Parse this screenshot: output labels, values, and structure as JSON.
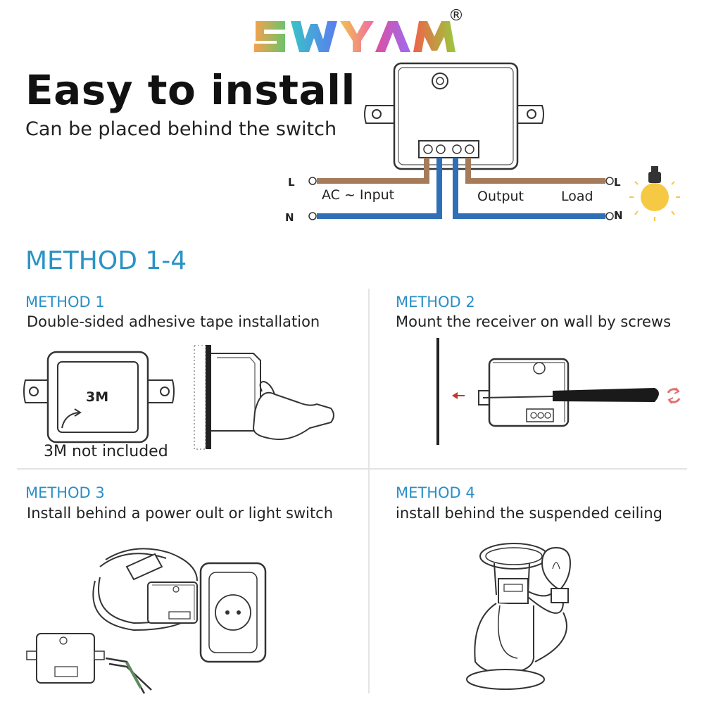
{
  "brand": {
    "name": "SWYAM",
    "registered_mark": "®",
    "letter_colors": [
      "#f4a259",
      "#5bc0be",
      "#7b6cf6",
      "#f26ca7",
      "#8bc34a"
    ]
  },
  "header": {
    "title": "Easy to install",
    "subtitle": "Can be placed behind the switch"
  },
  "wiring": {
    "left_top_pin": "L",
    "left_bottom_pin": "N",
    "right_top_pin": "L",
    "right_bottom_pin": "N",
    "input_label": "AC ~ Input",
    "output_label": "Output",
    "load_label": "Load",
    "colors": {
      "live": "#a57c5b",
      "neutral": "#2f6fb7",
      "bulb": "#f6c945"
    }
  },
  "methods_heading": "METHOD 1-4",
  "methods": [
    {
      "label": "METHOD 1",
      "description": "Double-sided adhesive tape installation",
      "note": "3M not included",
      "tape_text": "3M"
    },
    {
      "label": "METHOD 2",
      "description": "Mount the receiver on wall by screws"
    },
    {
      "label": "METHOD 3",
      "description": "Install behind a power oult or light switch"
    },
    {
      "label": "METHOD 4",
      "description": "install behind the suspended ceiling"
    }
  ],
  "icons": [
    "lightbulb-icon",
    "rotate-icon",
    "arrow-left-icon"
  ]
}
